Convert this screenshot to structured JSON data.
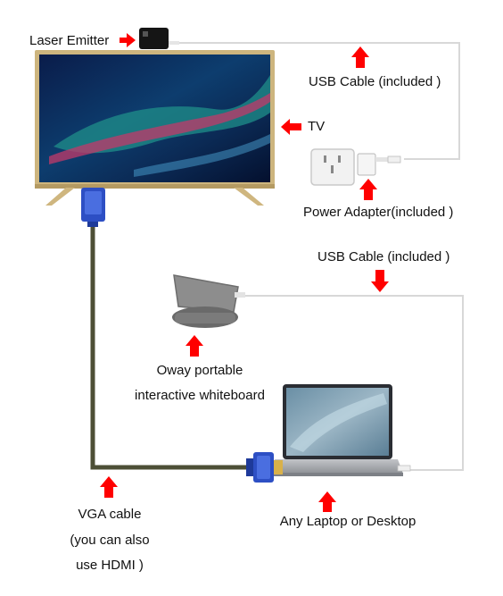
{
  "labels": {
    "laser_emitter": "Laser Emitter",
    "usb_cable_top": "USB Cable (included )",
    "tv": "TV",
    "power_adapter": "Power Adapter(included )",
    "usb_cable_mid": "USB Cable (included )",
    "whiteboard_line1": "Oway portable",
    "whiteboard_line2": "interactive whiteboard",
    "vga_line1": "VGA cable",
    "vga_line2": "(you can also",
    "vga_line3": "use HDMI )",
    "laptop": "Any Laptop or Desktop"
  },
  "colors": {
    "arrow": "#ff0000",
    "vga_cable": "#4d4f36",
    "usb_cable": "#d8d8d8",
    "vga_connector": "#2d4fc4",
    "tv_frame": "#cdb57e",
    "laptop_body": "#9ea1a6"
  },
  "icons": {
    "arrow": "red-arrow-icon",
    "tv": "tv-icon",
    "laser": "laser-emitter-icon",
    "socket": "wall-socket-icon",
    "adapter": "power-adapter-icon",
    "whiteboard": "whiteboard-device-icon",
    "laptop": "laptop-icon",
    "vga": "vga-connector-icon"
  }
}
